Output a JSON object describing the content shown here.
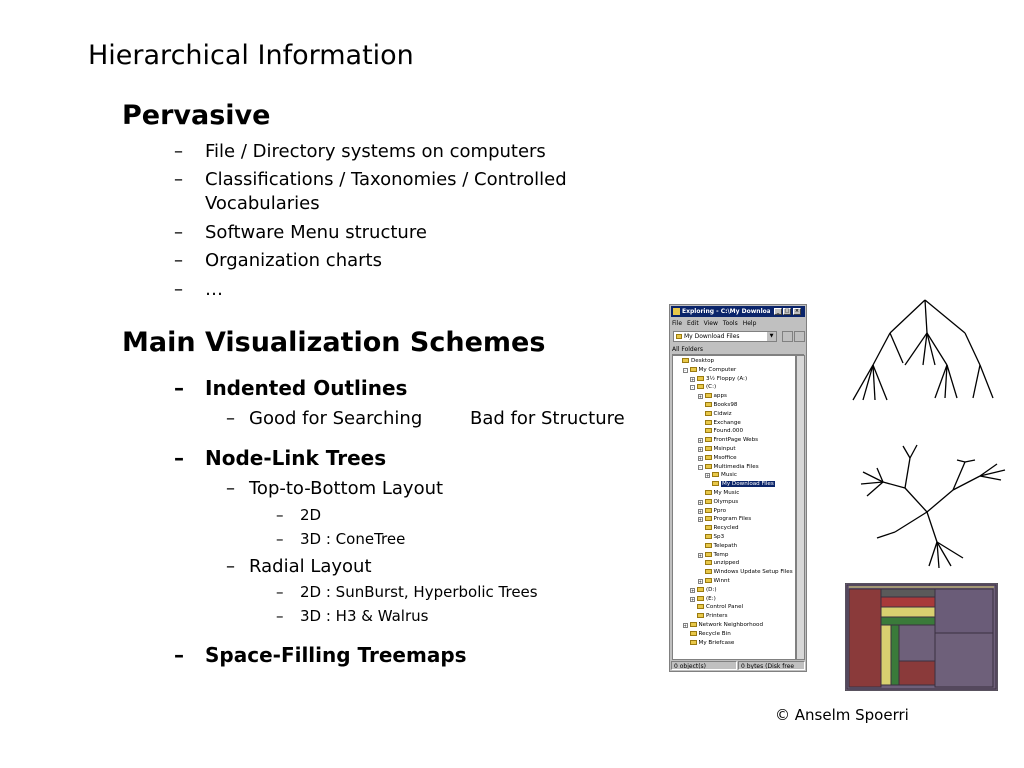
{
  "slide": {
    "title": "Hierarchical Information",
    "section1": {
      "heading": "Pervasive",
      "items": [
        "File / Directory systems on computers",
        "Classifications / Taxonomies / Controlled",
        "Vocabularies",
        "Software Menu structure",
        "Organization charts",
        "…"
      ]
    },
    "section2": {
      "heading": "Main Visualization Schemes",
      "indented": {
        "label": "Indented Outlines",
        "sub_good": "Good for Searching",
        "sub_bad": "Bad for Structure"
      },
      "nodelink": {
        "label": "Node-Link Trees",
        "top_bottom": "Top-to-Bottom Layout",
        "tb_items": [
          "2D",
          "3D : ConeTree"
        ],
        "radial": "Radial Layout",
        "radial_items": [
          "2D : SunBurst, Hyperbolic Trees",
          "3D : H3 & Walrus"
        ]
      },
      "treemaps": {
        "label": "Space-Filling Treemaps"
      }
    },
    "dash": "–",
    "copyright": "© Anselm Spoerri"
  },
  "explorer": {
    "title": "Exploring - C:\\My Downloa...",
    "menu": [
      "File",
      "Edit",
      "View",
      "Tools",
      "Help"
    ],
    "address": "My Download Files",
    "all_folders": "All Folders",
    "tree": [
      {
        "label": "Desktop",
        "level": 0
      },
      {
        "label": "My Computer",
        "level": 1,
        "pm": "-"
      },
      {
        "label": "3½ Floppy (A:)",
        "level": 2,
        "pm": "+"
      },
      {
        "label": "(C:)",
        "level": 2,
        "pm": "-"
      },
      {
        "label": "apps",
        "level": 3,
        "pm": "+"
      },
      {
        "label": "Books98",
        "level": 3
      },
      {
        "label": "Cidwiz",
        "level": 3
      },
      {
        "label": "Exchange",
        "level": 3
      },
      {
        "label": "Found.000",
        "level": 3
      },
      {
        "label": "FrontPage Webs",
        "level": 3,
        "pm": "+"
      },
      {
        "label": "Msinput",
        "level": 3,
        "pm": "+"
      },
      {
        "label": "Msoffice",
        "level": 3,
        "pm": "+"
      },
      {
        "label": "Multimedia Files",
        "level": 3,
        "pm": "-"
      },
      {
        "label": "Music",
        "level": 4,
        "pm": "+"
      },
      {
        "label": "My Download Files",
        "level": 4,
        "selected": true
      },
      {
        "label": "My Music",
        "level": 3
      },
      {
        "label": "Olympus",
        "level": 3,
        "pm": "+"
      },
      {
        "label": "Ppro",
        "level": 3,
        "pm": "+"
      },
      {
        "label": "Program Files",
        "level": 3,
        "pm": "+"
      },
      {
        "label": "Recycled",
        "level": 3
      },
      {
        "label": "Sp3",
        "level": 3
      },
      {
        "label": "Telepath",
        "level": 3
      },
      {
        "label": "Temp",
        "level": 3,
        "pm": "+"
      },
      {
        "label": "unzipped",
        "level": 3
      },
      {
        "label": "Windows Update Setup Files",
        "level": 3
      },
      {
        "label": "Winnt",
        "level": 3,
        "pm": "+"
      },
      {
        "label": "(D:)",
        "level": 2,
        "pm": "+"
      },
      {
        "label": "(E:)",
        "level": 2,
        "pm": "+"
      },
      {
        "label": "Control Panel",
        "level": 2
      },
      {
        "label": "Printers",
        "level": 2
      },
      {
        "label": "Network Neighborhood",
        "level": 1,
        "pm": "+"
      },
      {
        "label": "Recycle Bin",
        "level": 1
      },
      {
        "label": "My Briefcase",
        "level": 1
      }
    ],
    "status": [
      "0 object(s)",
      "0 bytes (Disk free"
    ]
  },
  "colors": {
    "titlebar": "#0a246a",
    "treemap_bg": "#6e607a",
    "treemap_red": "#a83a3a",
    "treemap_green": "#3a7a3a",
    "treemap_yellow": "#d8d070"
  }
}
